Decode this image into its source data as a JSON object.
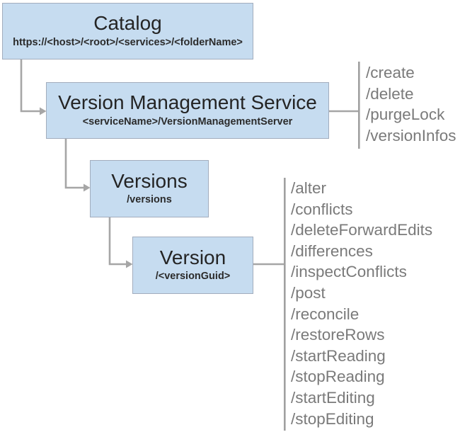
{
  "nodes": [
    {
      "title": "Catalog",
      "subtitle": "https://<host>/<root>/<services>/<folderName>"
    },
    {
      "title": "Version Management Service",
      "subtitle": "<serviceName>/VersionManagementServer",
      "operations": [
        "/create",
        "/delete",
        "/purgeLock",
        "/versionInfos"
      ]
    },
    {
      "title": "Versions",
      "subtitle": "/versions"
    },
    {
      "title": "Version",
      "subtitle": "/<versionGuid>",
      "operations": [
        "/alter",
        "/conflicts",
        "/deleteForwardEdits",
        "/differences",
        "/inspectConflicts",
        "/post",
        "/reconcile",
        "/restoreRows",
        "/startReading",
        "/stopReading",
        "/startEditing",
        "/stopEditing"
      ]
    }
  ],
  "colors": {
    "node_fill": "#c6dcf0",
    "node_border": "#a2adbd",
    "connector": "#a6a6a6",
    "title_text": "#242424",
    "operation_text": "#7a7a7a",
    "background": "#ffffff"
  }
}
